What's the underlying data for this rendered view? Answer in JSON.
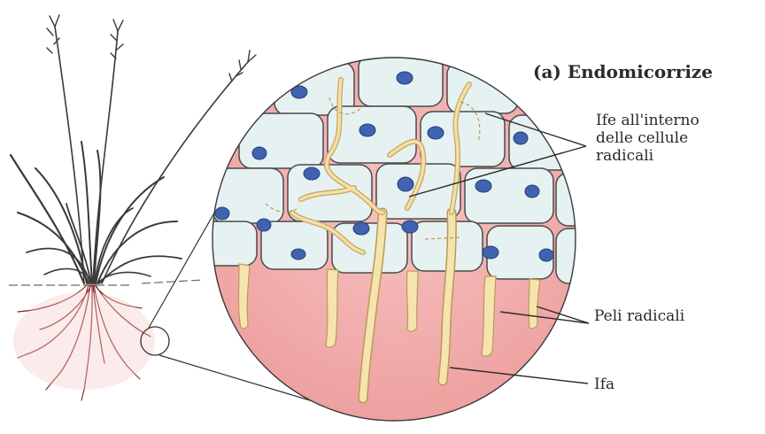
{
  "title": {
    "tag": "(a)",
    "text": "Endomicorrize"
  },
  "labels": {
    "hyphae_line1": "Ife all'interno",
    "hyphae_line2": "delle cellule",
    "hyphae_line3": "radicali",
    "root_hairs": "Peli radicali",
    "hypha": "Ifa"
  },
  "colors": {
    "cell_fill": "#e6f2f2",
    "cell_outline": "#4a4a4a",
    "nucleus": "#3f63b0",
    "root_tissue": "#f0a9a8",
    "hypha": "#f3dfa8",
    "roots": "#8a2a2a",
    "grass": "#3a3a3a"
  }
}
